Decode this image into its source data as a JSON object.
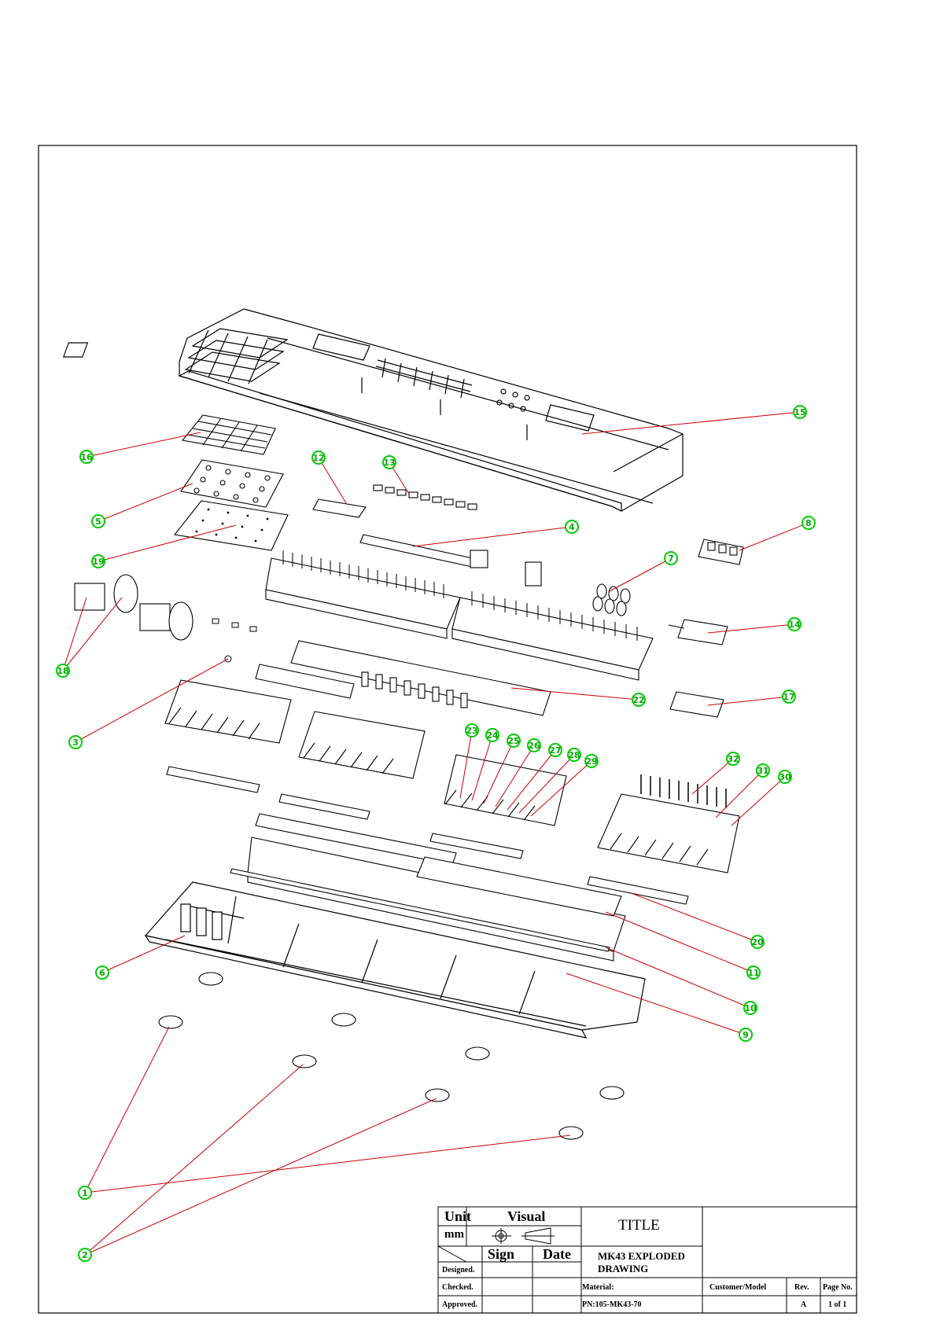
{
  "callouts": [
    "1",
    "2",
    "3",
    "4",
    "5",
    "6",
    "7",
    "8",
    "9",
    "10",
    "11",
    "12",
    "13",
    "14",
    "15",
    "16",
    "17",
    "18",
    "19",
    "20",
    "22",
    "23",
    "24",
    "25",
    "26",
    "27",
    "28",
    "29",
    "30",
    "31",
    "32"
  ],
  "title_block": {
    "unit_label": "Unit",
    "unit_value": "mm",
    "visual_label": "Visual",
    "sign_label": "Sign",
    "date_label": "Date",
    "title_label": "TITLE",
    "title_line1": "MK43  EXPLODED",
    "title_line2": "DRAWING",
    "designed_label": "Designed.",
    "checked_label": "Checked.",
    "approved_label": "Approved.",
    "material_label": "Material:",
    "part_number": "PN:105-MK43-70",
    "customer_label": "Customer/Model",
    "rev_label": "Rev.",
    "rev_value": "A",
    "page_label": "Page No.",
    "page_value": "1 of 1"
  },
  "colors": {
    "callout": "#00cc00",
    "leader": "#cc0000",
    "line": "#000000"
  }
}
